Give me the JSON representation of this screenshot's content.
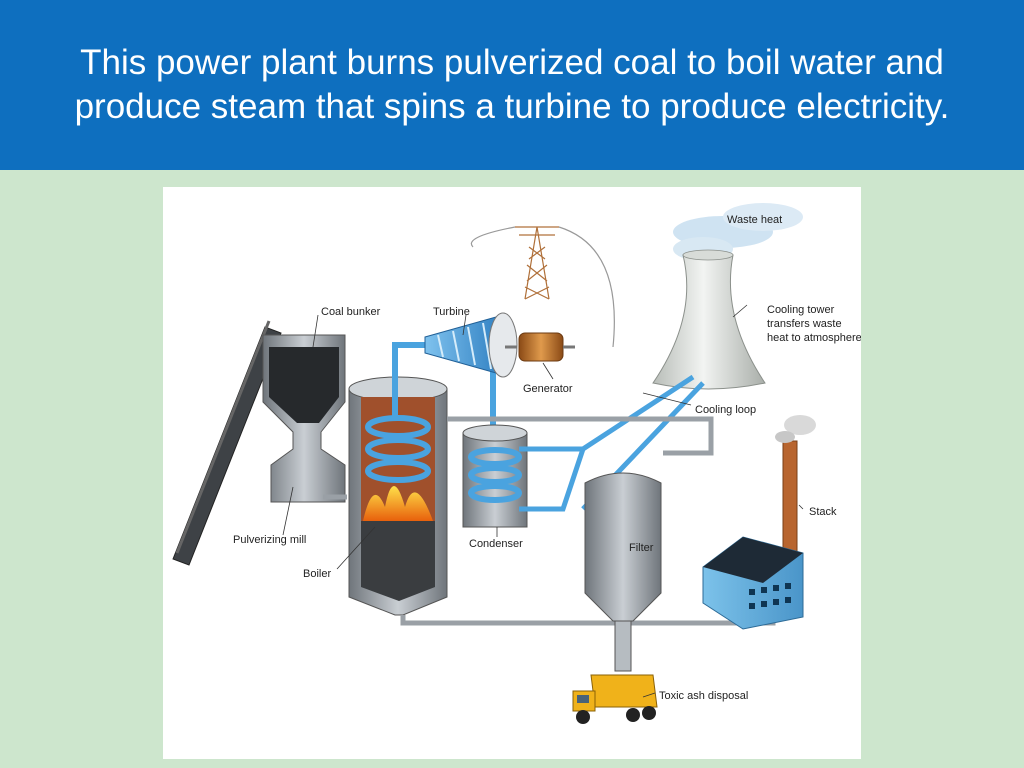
{
  "slide": {
    "title": "This power plant burns pulverized coal to boil water and produce steam that spins a turbine to produce electricity."
  },
  "diagram": {
    "labels": {
      "waste_heat": "Waste heat",
      "coal_bunker": "Coal bunker",
      "turbine": "Turbine",
      "generator": "Generator",
      "cooling_tower_line1": "Cooling tower",
      "cooling_tower_line2": "transfers waste",
      "cooling_tower_line3": "heat to atmosphere",
      "cooling_loop": "Cooling loop",
      "stack": "Stack",
      "pulverizing_mill": "Pulverizing mill",
      "boiler": "Boiler",
      "condenser": "Condenser",
      "filter": "Filter",
      "toxic_ash_disposal": "Toxic ash disposal"
    },
    "colors": {
      "title_band": "#0e6fbf",
      "background": "#cde6cd",
      "water_pipe": "#4aa3df",
      "gray_pipe": "#9aa0a6",
      "fire": "#f7a21b"
    }
  }
}
